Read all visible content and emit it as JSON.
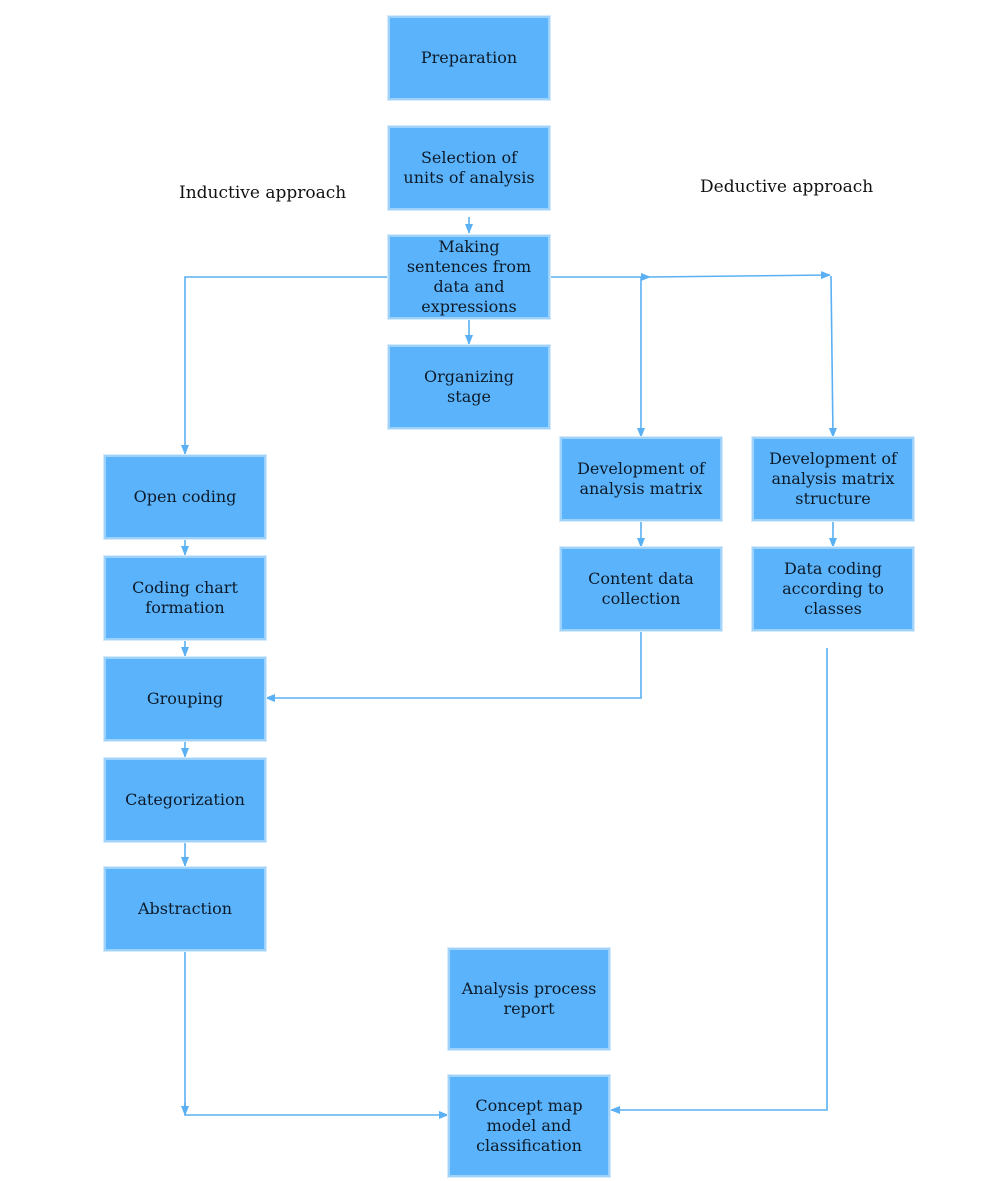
{
  "headings": {
    "inductive": "Inductive approach",
    "deductive": "Deductive approach"
  },
  "steps": {
    "preparation": "Preparation",
    "selection": "Selection of units of analysis",
    "making_sentences": "Making sentences from data and expressions",
    "organizing": "Organizing stage",
    "open_coding": "Open coding",
    "coding_chart": "Coding chart formation",
    "grouping": "Grouping",
    "categorization": "Categorization",
    "abstraction": "Abstraction",
    "dev_matrix": "Development of analysis matrix",
    "content_collection": "Content data collection",
    "dev_matrix_structure": "Development of analysis matrix structure",
    "data_coding": "Data coding according to classes",
    "analysis_report": "Analysis process report",
    "concept_map": "Concept map model and classification"
  },
  "colors": {
    "box_fill": "#5bb4fb",
    "connector": "#5ab0f2"
  }
}
